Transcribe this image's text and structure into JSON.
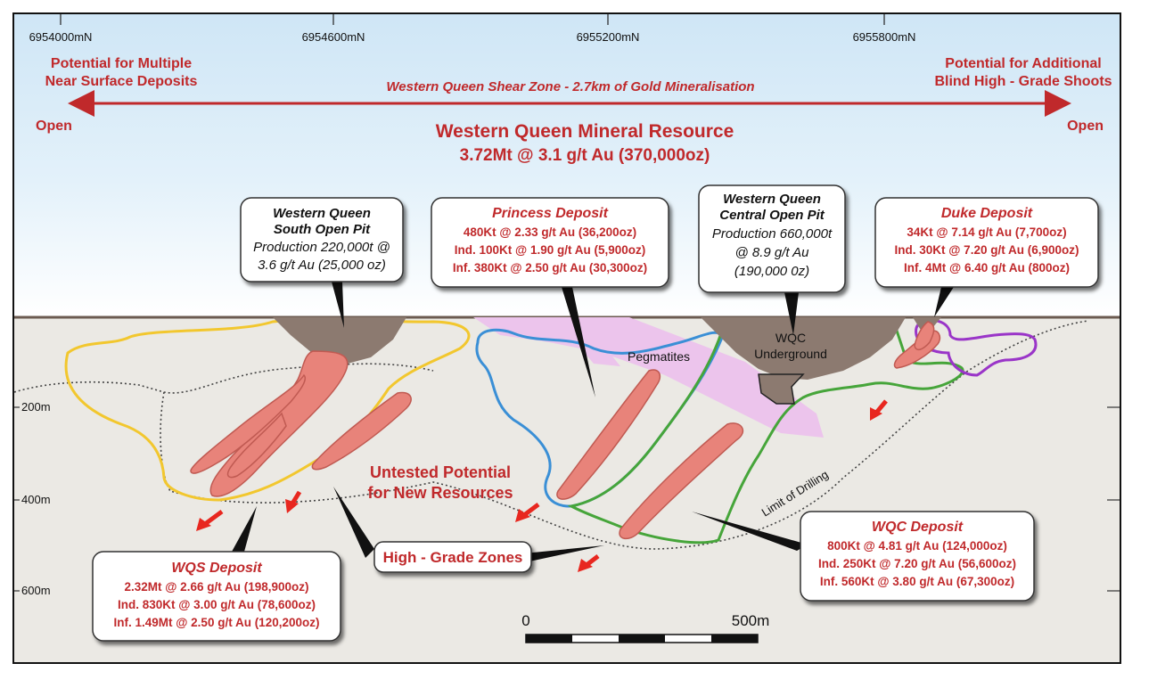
{
  "northings": [
    "6954000mN",
    "6954600mN",
    "6955200mN",
    "6955800mN"
  ],
  "depths": [
    "200m",
    "400m",
    "600m"
  ],
  "header": {
    "left_note": [
      "Potential for Multiple",
      "Near Surface Deposits"
    ],
    "right_note": [
      "Potential for Additional",
      "Blind High - Grade Shoots"
    ],
    "shear_zone": "Western Queen Shear Zone - 2.7km of Gold Mineralisation",
    "open_left": "Open",
    "open_right": "Open",
    "resource_title": "Western Queen Mineral Resource",
    "resource_value": "3.72Mt @ 3.1 g/t Au (370,000oz)"
  },
  "callouts": {
    "wqs_pit": {
      "title": [
        "Western Queen",
        "South Open Pit"
      ],
      "lines": [
        "Production 220,000t @",
        "3.6 g/t Au (25,000 oz)"
      ]
    },
    "princess": {
      "title": "Princess Deposit",
      "lines": [
        "480Kt @ 2.33 g/t Au (36,200oz)",
        "Ind. 100Kt @ 1.90 g/t Au (5,900oz)",
        "Inf. 380Kt @ 2.50 g/t Au (30,300oz)"
      ]
    },
    "wqc_pit": {
      "title": [
        "Western Queen",
        "Central Open Pit"
      ],
      "lines": [
        "Production 660,000t",
        "@ 8.9 g/t Au",
        "(190,000 0z)"
      ]
    },
    "duke": {
      "title": "Duke Deposit",
      "lines": [
        "34Kt @ 7.14 g/t Au (7,700oz)",
        "Ind. 30Kt @ 7.20 g/t Au (6,900oz)",
        "Inf. 4Mt @ 6.40 g/t Au (800oz)"
      ]
    },
    "wqs_deposit": {
      "title": "WQS Deposit",
      "lines": [
        "2.32Mt @ 2.66 g/t Au (198,900oz)",
        "Ind. 830Kt @ 3.00 g/t Au (78,600oz)",
        "Inf. 1.49Mt @ 2.50 g/t Au (120,200oz)"
      ]
    },
    "wqc_deposit": {
      "title": "WQC Deposit",
      "lines": [
        "800Kt @ 4.81 g/t Au (124,000oz)",
        "Ind. 250Kt @ 7.20 g/t Au (56,600oz)",
        "Inf. 560Kt @ 3.80 g/t Au (67,300oz)"
      ]
    },
    "high_grade": "High - Grade Zones"
  },
  "labels": {
    "pegmatites": "Pegmatites",
    "wqc_underground": [
      "WQC",
      "Underground"
    ],
    "untested": [
      "Untested Potential",
      "for New Resources"
    ],
    "limit_drilling": "Limit of Drilling"
  },
  "scale": {
    "start": "0",
    "end": "500m"
  },
  "colors": {
    "sky_top": "#cfe6f6",
    "sky_bottom": "#ffffff",
    "ground": "#ebe9e4",
    "surface_line": "#6b5a50",
    "ore": "#e8837a",
    "ore_stroke": "#c05a52",
    "pit": "#8c7a70",
    "pegmatite": "#ecc4ec",
    "red_text": "#c0292b",
    "yellow_outline": "#f2c72e",
    "blue_outline": "#3a8fd6",
    "green_outline": "#46a53a",
    "purple_outline": "#9a35c8"
  }
}
